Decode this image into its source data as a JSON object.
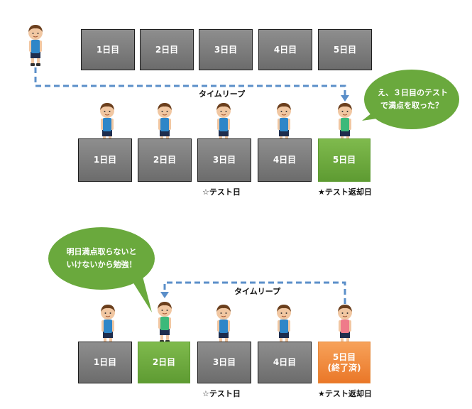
{
  "colors": {
    "gray_box": "#7a7a7a",
    "green_box": "#70ad47",
    "orange_box": "#ef8a3a",
    "arrow": "#5b8fc9",
    "bubble": "#6aa93d",
    "shirt_blue": "#2e86c8",
    "shirt_green": "#3cb97a",
    "shirt_pink": "#ef7b8a"
  },
  "row1": {
    "days": [
      "1日目",
      "2日目",
      "3日目",
      "4日目",
      "5日目"
    ]
  },
  "row2": {
    "days": [
      "1日目",
      "2日目",
      "3日目",
      "4日目",
      "5日目"
    ],
    "timeleap_label": "タイムリープ",
    "test_day_label": "☆テスト日",
    "return_day_label": "★テスト返却日",
    "bubble_line1": "え、３日目のテスト",
    "bubble_line2": "で満点を取った？"
  },
  "row3": {
    "days": [
      "1日目",
      "2日目",
      "3日目",
      "4日目"
    ],
    "day5_line1": "5日目",
    "day5_line2": "(終了済)",
    "timeleap_label": "タイムリープ",
    "test_day_label": "☆テスト日",
    "return_day_label": "★テスト返却日",
    "bubble_line1": "明日満点取らないと",
    "bubble_line2": "いけないから勉強！"
  }
}
